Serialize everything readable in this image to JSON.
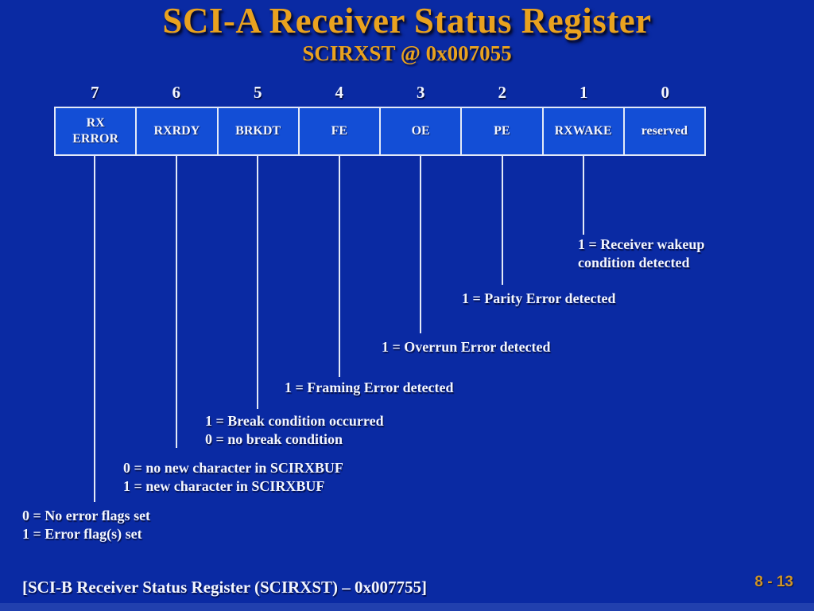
{
  "slide": {
    "title": "SCI-A Receiver Status Register",
    "subtitle": "SCIRXST @ 0x007055",
    "footer": "[SCI-B Receiver Status Register (SCIRXST) – 0x007755]",
    "page_number": "8 - 13"
  },
  "colors": {
    "background": "#0a2aa3",
    "cell-fill": "#134ed6",
    "line": "#e3e9f7",
    "body-text": "#f3f6ff",
    "title-text": "#e9a21f",
    "page-text": "#cf9426",
    "bottom-bar": "#2140ae"
  },
  "register": {
    "bits": [
      {
        "number": "7",
        "label": "RX\nERROR"
      },
      {
        "number": "6",
        "label": "RXRDY"
      },
      {
        "number": "5",
        "label": "BRKDT"
      },
      {
        "number": "4",
        "label": "FE"
      },
      {
        "number": "3",
        "label": "OE"
      },
      {
        "number": "2",
        "label": "PE"
      },
      {
        "number": "1",
        "label": "RXWAKE"
      },
      {
        "number": "0",
        "label": "reserved"
      }
    ]
  },
  "annotations": [
    {
      "bit": "1",
      "lines": [
        "1 = Receiver wakeup",
        "condition detected"
      ]
    },
    {
      "bit": "2",
      "lines": [
        "1 = Parity Error detected"
      ]
    },
    {
      "bit": "3",
      "lines": [
        "1 = Overrun Error detected"
      ]
    },
    {
      "bit": "4",
      "lines": [
        "1 = Framing Error detected"
      ]
    },
    {
      "bit": "5",
      "lines": [
        "1 = Break condition occurred",
        "0 = no break condition"
      ]
    },
    {
      "bit": "6",
      "lines": [
        "0 = no new character in SCIRXBUF",
        "1 = new character in SCIRXBUF"
      ]
    },
    {
      "bit": "7",
      "lines": [
        "0 = No error flags set",
        "1 = Error flag(s) set"
      ]
    }
  ]
}
